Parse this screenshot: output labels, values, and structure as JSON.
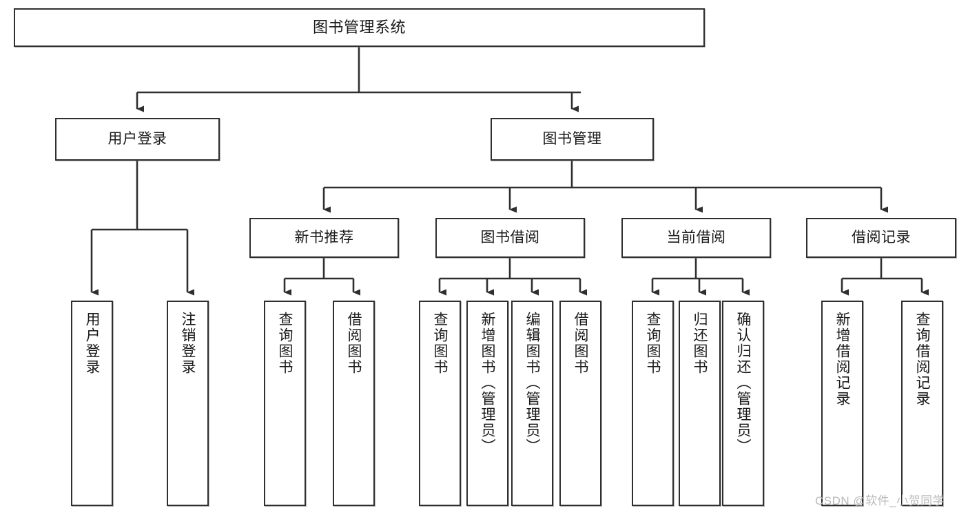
{
  "diagram": {
    "type": "hierarchy-tree",
    "title": "图书管理系统",
    "watermark": "CSDN @软件_小贺同学",
    "colors": {
      "node_border": "#2f2f2f",
      "node_fill": "#ffffff",
      "edge": "#2f2f2f",
      "text": "#1a1a1a",
      "watermark": "#b9b9b9"
    },
    "levels": {
      "level1": [
        {
          "id": "root",
          "label": "图书管理系统"
        }
      ],
      "level2": [
        {
          "id": "user-login",
          "label": "用户登录"
        },
        {
          "id": "book-manage",
          "label": "图书管理"
        }
      ],
      "level3": [
        {
          "id": "new-book-recommend",
          "label": "新书推荐"
        },
        {
          "id": "book-borrow",
          "label": "图书借阅"
        },
        {
          "id": "current-borrow",
          "label": "当前借阅"
        },
        {
          "id": "borrow-record",
          "label": "借阅记录"
        }
      ],
      "level4": [
        {
          "id": "leaf-user-login",
          "label": "用户登录",
          "parent": "user-login"
        },
        {
          "id": "leaf-logout-login",
          "label": "注销登录",
          "parent": "user-login"
        },
        {
          "id": "leaf-query-book-1",
          "label": "查询图书",
          "parent": "new-book-recommend"
        },
        {
          "id": "leaf-borrow-book-1",
          "label": "借阅图书",
          "parent": "new-book-recommend"
        },
        {
          "id": "leaf-query-book-2",
          "label": "查询图书",
          "parent": "book-borrow"
        },
        {
          "id": "leaf-add-book",
          "label": "新增图书（管理员）",
          "parent": "book-borrow"
        },
        {
          "id": "leaf-edit-book",
          "label": "编辑图书（管理员）",
          "parent": "book-borrow"
        },
        {
          "id": "leaf-borrow-book-2",
          "label": "借阅图书",
          "parent": "book-borrow"
        },
        {
          "id": "leaf-query-book-3",
          "label": "查询图书",
          "parent": "current-borrow"
        },
        {
          "id": "leaf-return-book",
          "label": "归还图书",
          "parent": "current-borrow"
        },
        {
          "id": "leaf-confirm-return",
          "label": "确认归还（管理员）",
          "parent": "current-borrow"
        },
        {
          "id": "leaf-add-record",
          "label": "新增借阅记录",
          "parent": "borrow-record"
        },
        {
          "id": "leaf-query-record",
          "label": "查询借阅记录",
          "parent": "borrow-record"
        }
      ]
    }
  }
}
